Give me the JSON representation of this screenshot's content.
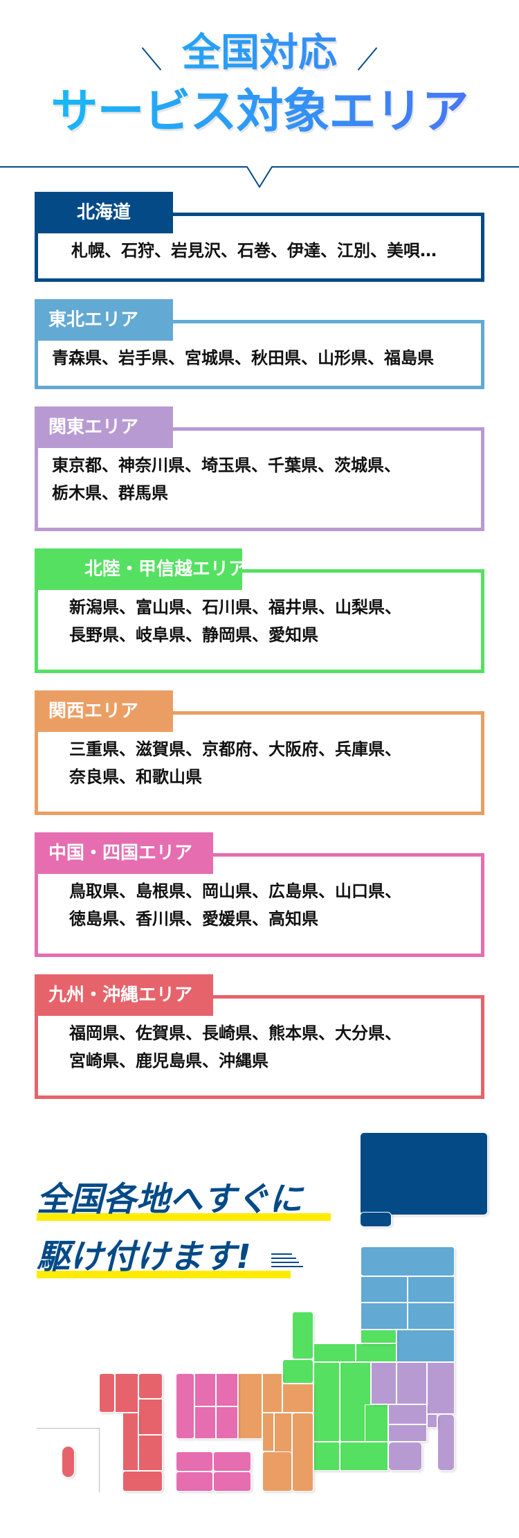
{
  "header": {
    "title_line1": "全国対応",
    "title_line2": "サービス対象エリア"
  },
  "areas": [
    {
      "name": "北海道",
      "prefectures": [
        "札幌、石狩、岩見沢、石巻、伊達、江別、美唄…"
      ],
      "color": "#034a87"
    },
    {
      "name": "東北エリア",
      "prefectures": [
        "青森県、岩手県、宮城県、秋田県、山形県、福島県"
      ],
      "color": "#62a9d4"
    },
    {
      "name": "関東エリア",
      "prefectures": [
        "東京都、神奈川県、埼玉県、千葉県、茨城県、",
        "栃木県、群馬県"
      ],
      "color": "#b89ad3"
    },
    {
      "name": "北陸・甲信越エリア",
      "prefectures": [
        "新潟県、富山県、石川県、福井県、山梨県、",
        "長野県、岐阜県、静岡県、愛知県"
      ],
      "color": "#55e061"
    },
    {
      "name": "関西エリア",
      "prefectures": [
        "三重県、滋賀県、京都府、大阪府、兵庫県、",
        "奈良県、和歌山県"
      ],
      "color": "#eb9e64"
    },
    {
      "name": "中国・四国エリア",
      "prefectures": [
        "鳥取県、島根県、岡山県、広島県、山口県、",
        "徳島県、香川県、愛媛県、高知県"
      ],
      "color": "#e56db0"
    },
    {
      "name": "九州・沖縄エリア",
      "prefectures": [
        "福岡県、佐賀県、長崎県、熊本県、大分県、",
        "宮崎県、鹿児島県、沖縄県"
      ],
      "color": "#e6636b"
    }
  ],
  "catch": {
    "line1": "全国各地へすぐに",
    "line2": "駆け付けます!",
    "text_color": "#034a87",
    "underline_color": "#ffec00"
  }
}
